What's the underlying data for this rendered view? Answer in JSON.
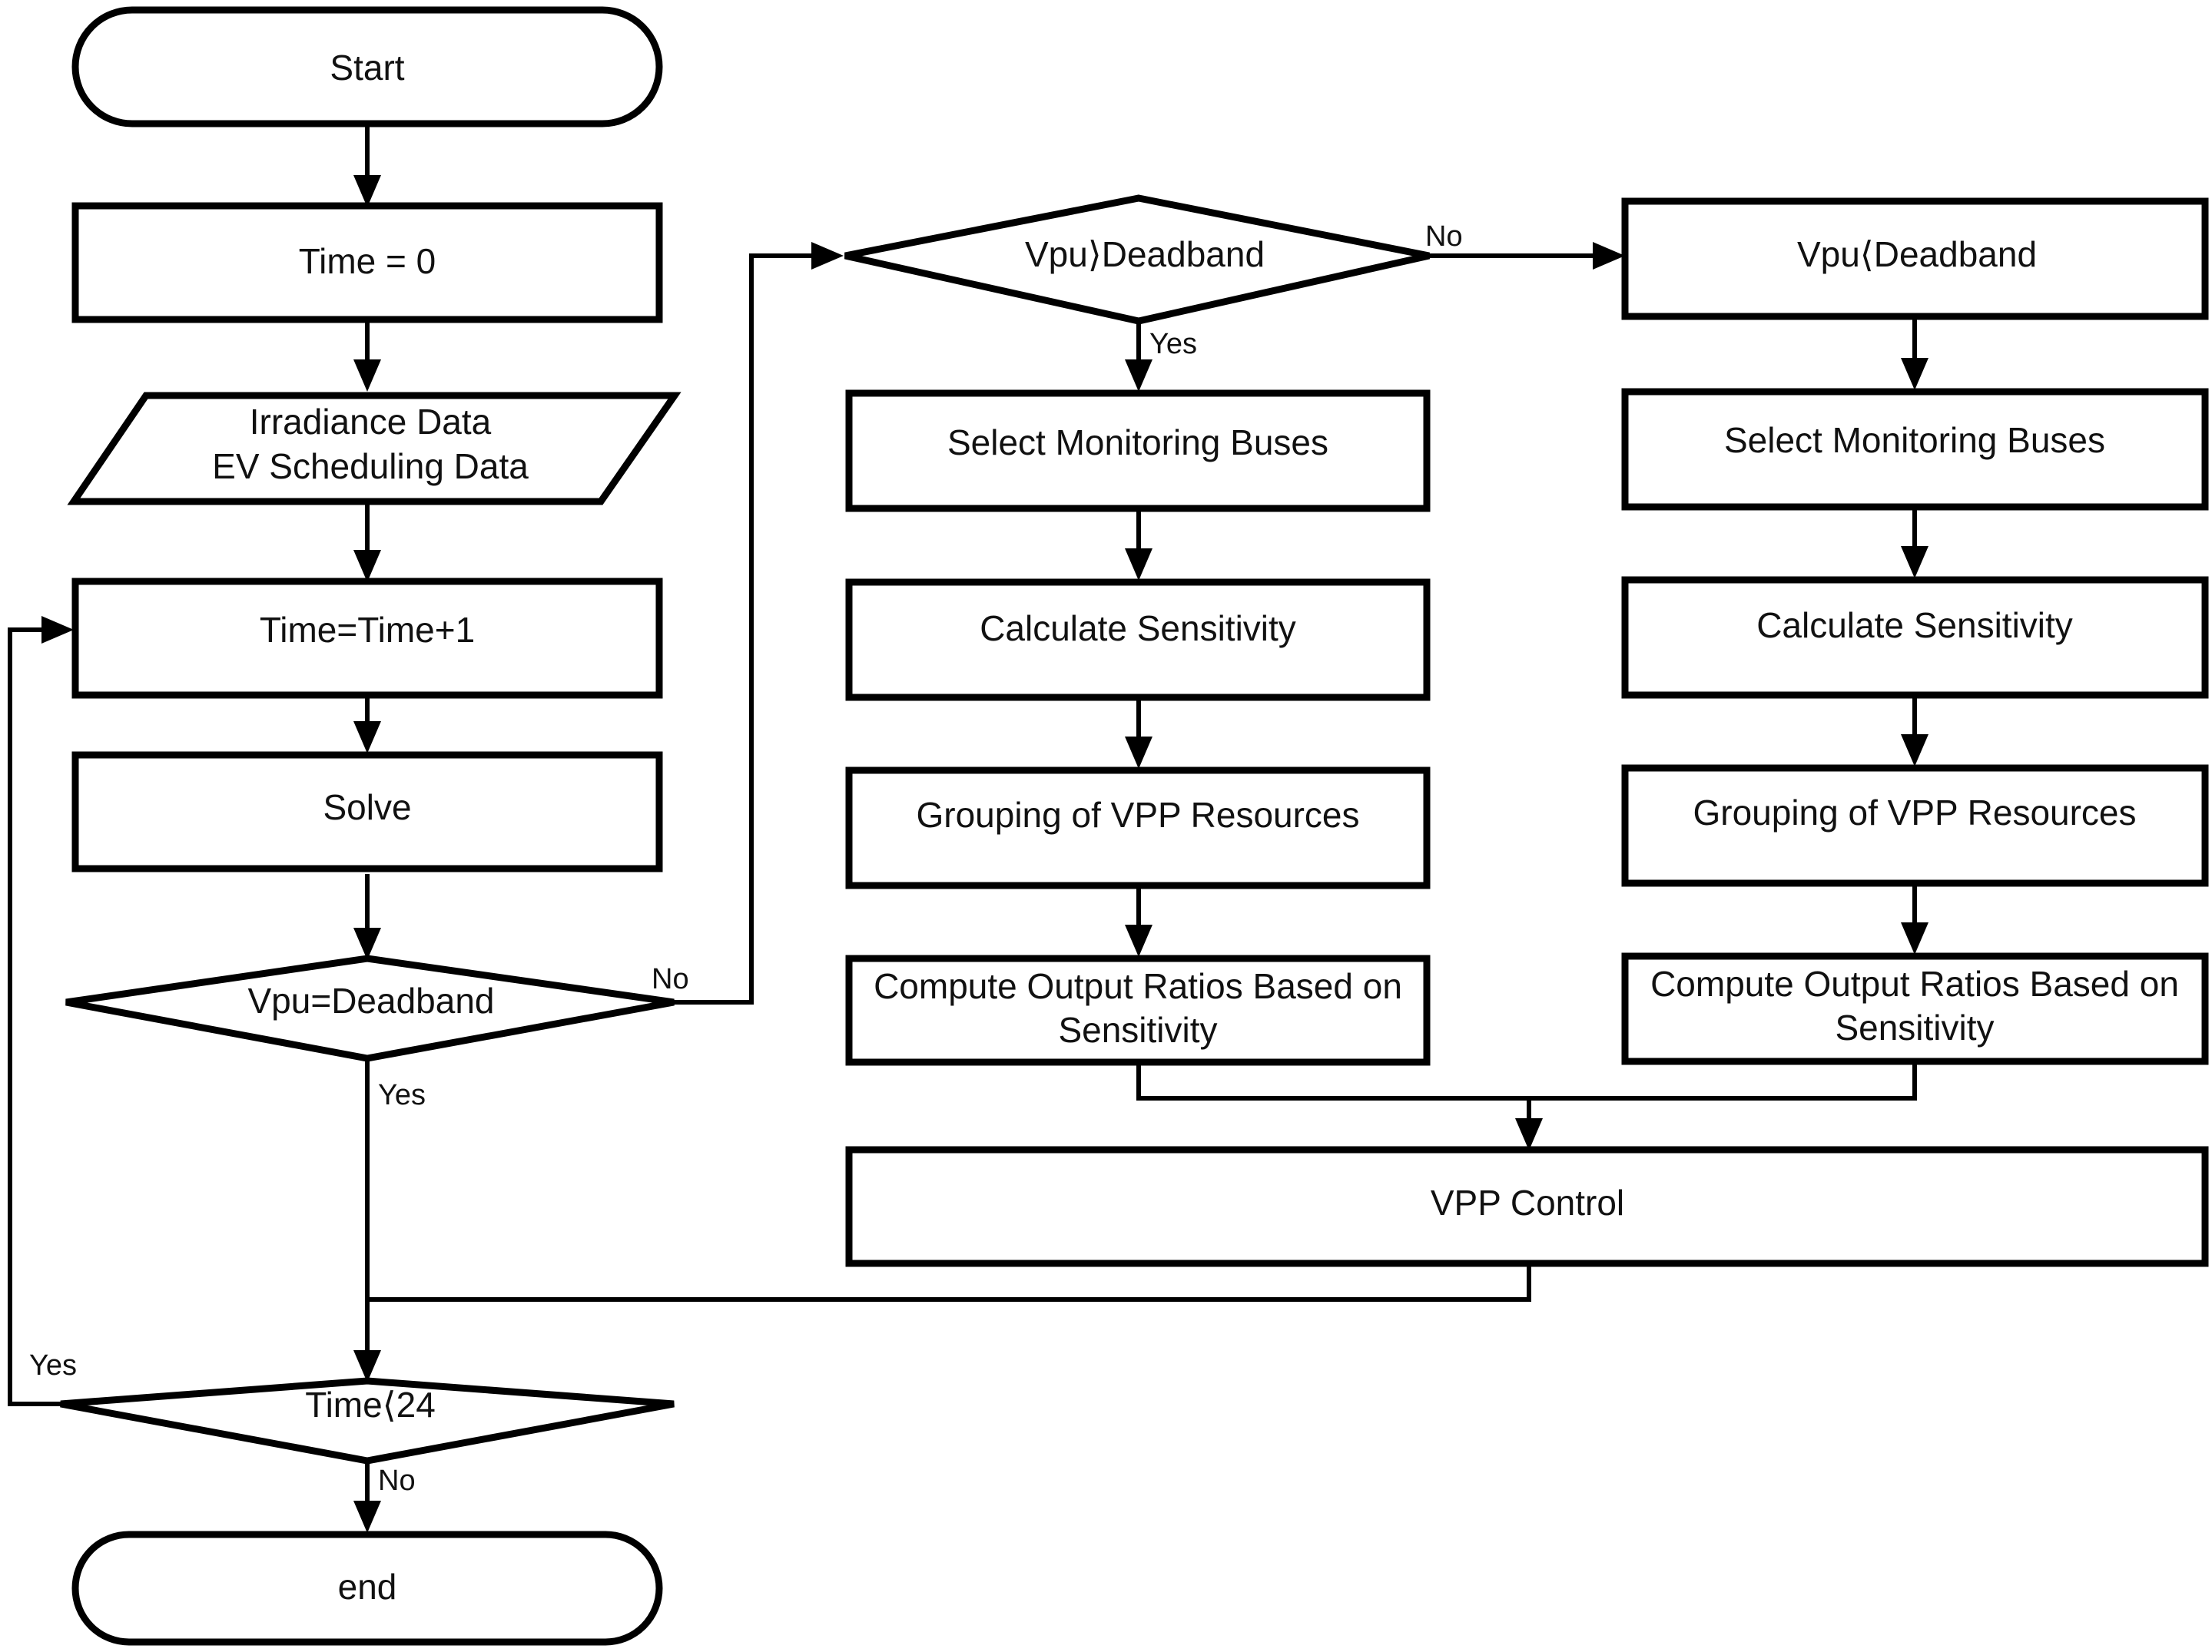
{
  "diagram": {
    "title": "VPP Voltage Control Flowchart",
    "background_color": "#ffffff",
    "line_color": "#000000",
    "text_color": "#111111"
  },
  "nodes": {
    "start": {
      "label": "Start",
      "shape": "terminator"
    },
    "time_zero": {
      "label": "Time = 0",
      "shape": "process"
    },
    "data_input_line1": {
      "label": "Irradiance Data",
      "shape": "data"
    },
    "data_input_line2": {
      "label": "EV Scheduling Data",
      "shape": "data"
    },
    "time_increment": {
      "label": "Time=Time+1",
      "shape": "process"
    },
    "solve": {
      "label": "Solve",
      "shape": "process"
    },
    "vpu_equals_deadband": {
      "label": "Vpu=Deadband",
      "shape": "decision"
    },
    "vpu_greater_deadband": {
      "label": "Vpu⟩Deadband",
      "shape": "decision"
    },
    "vpu_less_deadband": {
      "label": "Vpu⟨Deadband",
      "shape": "process"
    },
    "select_buses_mid": {
      "label": "Select Monitoring Buses",
      "shape": "process"
    },
    "calc_sensitivity_mid": {
      "label": "Calculate Sensitivity",
      "shape": "process"
    },
    "grouping_mid": {
      "label": "Grouping of VPP Resources",
      "shape": "process"
    },
    "compute_ratios_mid_line1": {
      "label": "Compute Output Ratios Based on",
      "shape": "process"
    },
    "compute_ratios_mid_line2": {
      "label": "Sensitivity",
      "shape": "process"
    },
    "select_buses_right": {
      "label": "Select Monitoring Buses",
      "shape": "process"
    },
    "calc_sensitivity_right": {
      "label": "Calculate Sensitivity",
      "shape": "process"
    },
    "grouping_right": {
      "label": "Grouping of VPP Resources",
      "shape": "process"
    },
    "compute_ratios_right_line1": {
      "label": "Compute Output Ratios Based on",
      "shape": "process"
    },
    "compute_ratios_right_line2": {
      "label": "Sensitivity",
      "shape": "process"
    },
    "vpp_control": {
      "label": "VPP Control",
      "shape": "process"
    },
    "time_less_24": {
      "label": "Time⟨24",
      "shape": "decision"
    },
    "end": {
      "label": "end",
      "shape": "terminator"
    }
  },
  "edge_labels": {
    "vpu_eq_no": "No",
    "vpu_eq_yes": "Yes",
    "vpu_gt_no": "No",
    "vpu_gt_yes": "Yes",
    "time_lt_yes": "Yes",
    "time_lt_no": "No"
  }
}
